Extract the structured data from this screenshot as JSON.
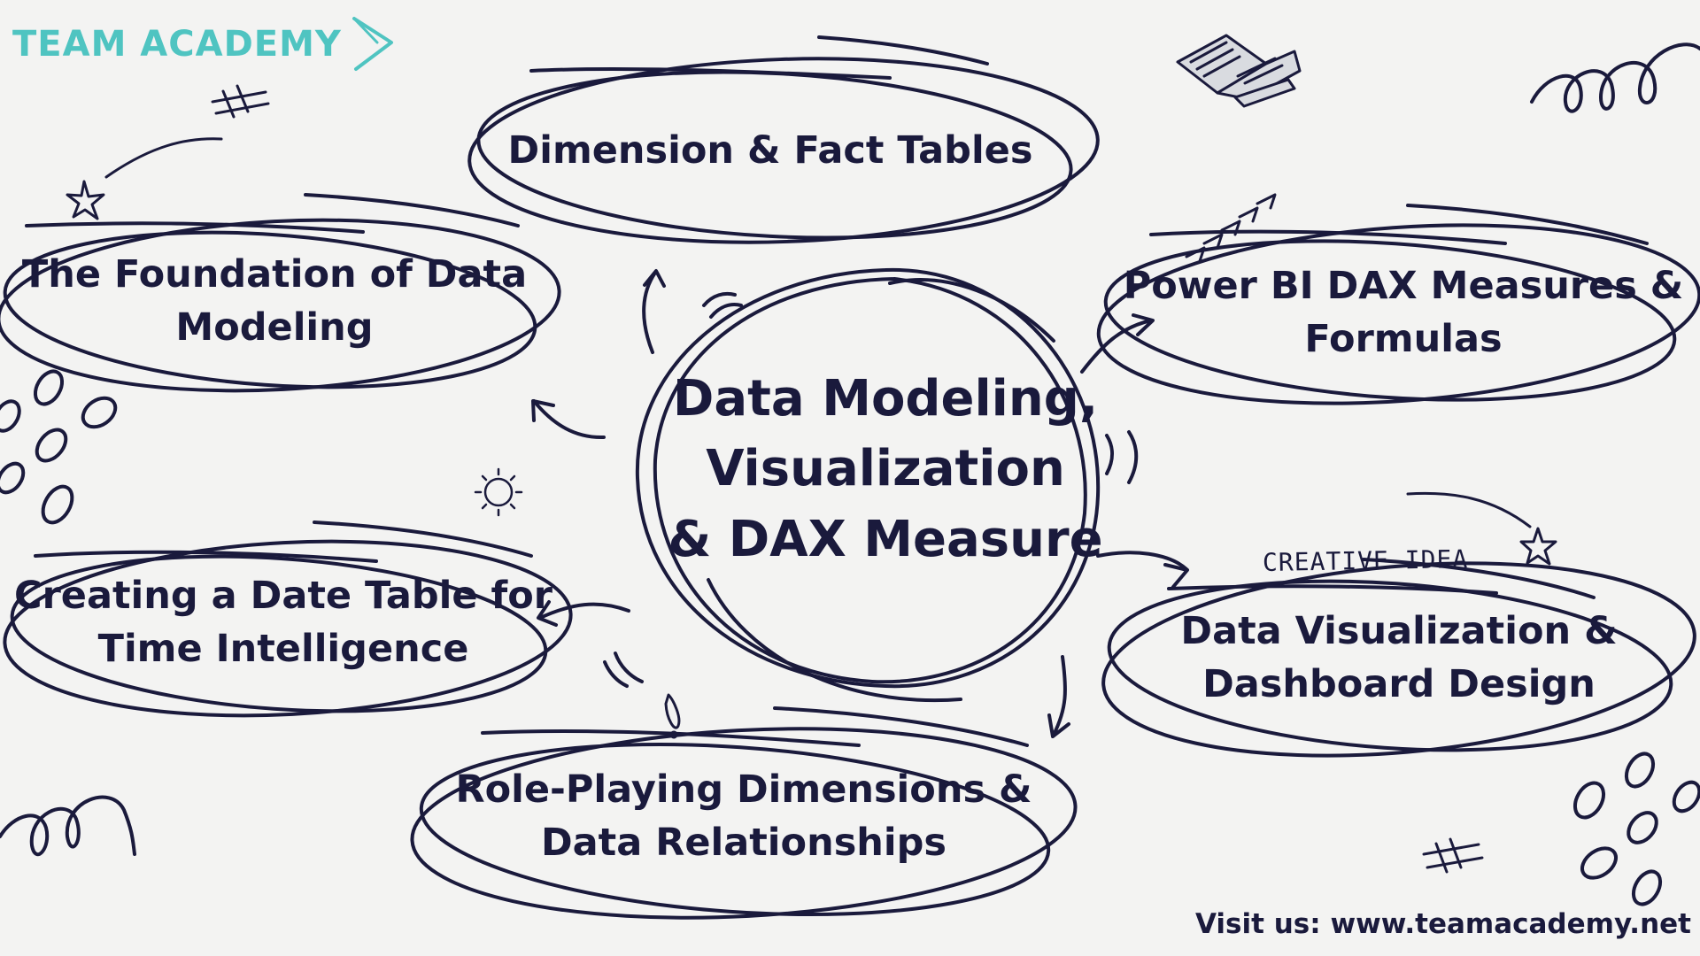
{
  "brand": {
    "name": "TEAM ACADEMY",
    "color": "#4fc4c1",
    "icon": "chevron-right-icon"
  },
  "center": {
    "lines": [
      "Data Modeling,",
      "Visualization",
      "& DAX Measure"
    ]
  },
  "topics": [
    {
      "id": "dimension-fact",
      "lines": [
        "Dimension & Fact Tables"
      ]
    },
    {
      "id": "foundation",
      "lines": [
        "The Foundation of Data",
        "Modeling"
      ]
    },
    {
      "id": "power-bi-dax",
      "lines": [
        "Power BI DAX Measures &",
        "Formulas"
      ]
    },
    {
      "id": "date-table",
      "lines": [
        "Creating a Date Table for",
        "Time Intelligence"
      ]
    },
    {
      "id": "data-visualization",
      "lines": [
        "Data Visualization &",
        "Dashboard Design"
      ]
    },
    {
      "id": "role-playing",
      "lines": [
        "Role-Playing Dimensions &",
        "Data Relationships"
      ]
    }
  ],
  "annotation": "CREATIVE IDEA",
  "footer": "Visit us: www.teamacademy.net",
  "colors": {
    "ink": "#1a1a3c",
    "background": "#f3f3f2"
  }
}
